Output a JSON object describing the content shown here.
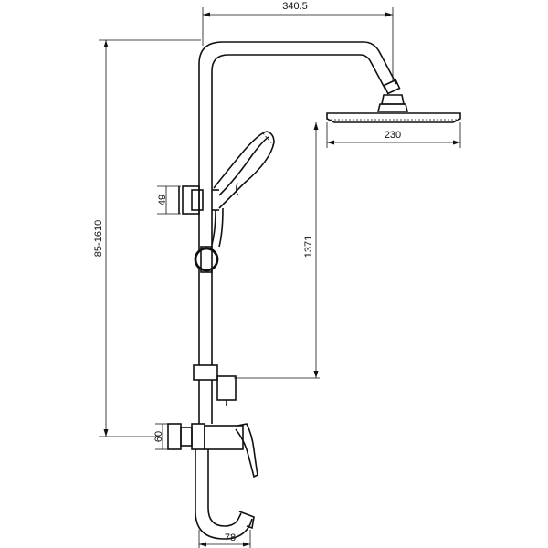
{
  "dimensions": {
    "top_width": "340.5",
    "head_diameter": "230",
    "height_range": "85-1610",
    "holder_size": "49",
    "outlet_height": "1371",
    "mixer_size": "60",
    "spout_width": "78"
  },
  "colors": {
    "line": "#111111",
    "background": "#ffffff"
  }
}
